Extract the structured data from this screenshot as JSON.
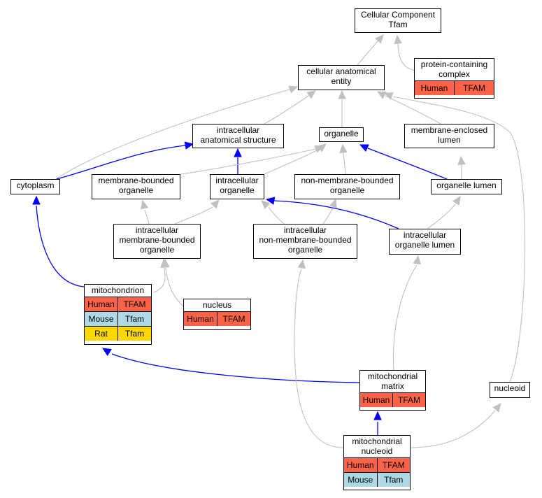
{
  "nodes": {
    "cellular_component_tfam": {
      "label": "Cellular Component\nTfam"
    },
    "cellular_anatomical_entity": {
      "label": "cellular anatomical\nentity"
    },
    "protein_containing_complex": {
      "label": "protein-containing\ncomplex",
      "orthologs": [
        [
          "Human",
          "TFAM"
        ]
      ]
    },
    "intracellular_anatomical_structure": {
      "label": "intracellular\nanatomical structure"
    },
    "organelle": {
      "label": "organelle"
    },
    "membrane_enclosed_lumen": {
      "label": "membrane-enclosed\nlumen"
    },
    "cytoplasm": {
      "label": "cytoplasm"
    },
    "membrane_bounded_organelle": {
      "label": "membrane-bounded\norganelle"
    },
    "intracellular_organelle": {
      "label": "intracellular\norganelle"
    },
    "non_membrane_bounded_organelle": {
      "label": "non-membrane-bounded\norganelle"
    },
    "organelle_lumen": {
      "label": "organelle lumen"
    },
    "intracellular_membrane_bounded_organelle": {
      "label": "intracellular\nmembrane-bounded\norganelle"
    },
    "intracellular_non_membrane_bounded_organelle": {
      "label": "intracellular\nnon-membrane-bounded\norganelle"
    },
    "intracellular_organelle_lumen": {
      "label": "intracellular\norganelle lumen"
    },
    "mitochondrion": {
      "label": "mitochondrion",
      "orthologs": [
        [
          "Human",
          "TFAM"
        ],
        [
          "Mouse",
          "Tfam"
        ],
        [
          "Rat",
          "Tfam"
        ]
      ]
    },
    "nucleus": {
      "label": "nucleus",
      "orthologs": [
        [
          "Human",
          "TFAM"
        ]
      ]
    },
    "mitochondrial_matrix": {
      "label": "mitochondrial\nmatrix",
      "orthologs": [
        [
          "Human",
          "TFAM"
        ]
      ]
    },
    "nucleoid": {
      "label": "nucleoid"
    },
    "mitochondrial_nucleoid": {
      "label": "mitochondrial\nnucleoid",
      "orthologs": [
        [
          "Human",
          "TFAM"
        ],
        [
          "Mouse",
          "Tfam"
        ]
      ]
    }
  },
  "species_colors": {
    "Human": "#ff6347",
    "Mouse": "#add8e6",
    "Rat": "#ffd700"
  },
  "edge_colors": {
    "is_a": "#c0c0c0",
    "part_of": "#0000ff"
  },
  "edges": [
    {
      "from": "cellular_anatomical_entity",
      "to": "cellular_component_tfam",
      "type": "is_a"
    },
    {
      "from": "protein_containing_complex",
      "to": "cellular_component_tfam",
      "type": "is_a"
    },
    {
      "from": "cytoplasm",
      "to": "cellular_anatomical_entity",
      "type": "is_a"
    },
    {
      "from": "intracellular_anatomical_structure",
      "to": "cellular_anatomical_entity",
      "type": "is_a"
    },
    {
      "from": "organelle",
      "to": "cellular_anatomical_entity",
      "type": "is_a"
    },
    {
      "from": "membrane_enclosed_lumen",
      "to": "cellular_anatomical_entity",
      "type": "is_a"
    },
    {
      "from": "nucleoid",
      "to": "cellular_anatomical_entity",
      "type": "is_a"
    },
    {
      "from": "cytoplasm",
      "to": "intracellular_anatomical_structure",
      "type": "part_of"
    },
    {
      "from": "intracellular_organelle",
      "to": "intracellular_anatomical_structure",
      "type": "part_of"
    },
    {
      "from": "membrane_bounded_organelle",
      "to": "organelle",
      "type": "is_a"
    },
    {
      "from": "intracellular_organelle",
      "to": "organelle",
      "type": "is_a"
    },
    {
      "from": "non_membrane_bounded_organelle",
      "to": "organelle",
      "type": "is_a"
    },
    {
      "from": "organelle_lumen",
      "to": "organelle",
      "type": "part_of"
    },
    {
      "from": "organelle_lumen",
      "to": "membrane_enclosed_lumen",
      "type": "is_a"
    },
    {
      "from": "intracellular_membrane_bounded_organelle",
      "to": "membrane_bounded_organelle",
      "type": "is_a"
    },
    {
      "from": "intracellular_membrane_bounded_organelle",
      "to": "intracellular_organelle",
      "type": "is_a"
    },
    {
      "from": "intracellular_non_membrane_bounded_organelle",
      "to": "intracellular_organelle",
      "type": "is_a"
    },
    {
      "from": "intracellular_non_membrane_bounded_organelle",
      "to": "non_membrane_bounded_organelle",
      "type": "is_a"
    },
    {
      "from": "intracellular_organelle_lumen",
      "to": "intracellular_organelle",
      "type": "part_of"
    },
    {
      "from": "intracellular_organelle_lumen",
      "to": "organelle_lumen",
      "type": "is_a"
    },
    {
      "from": "mitochondrion",
      "to": "cytoplasm",
      "type": "part_of"
    },
    {
      "from": "mitochondrion",
      "to": "intracellular_membrane_bounded_organelle",
      "type": "is_a"
    },
    {
      "from": "nucleus",
      "to": "intracellular_membrane_bounded_organelle",
      "type": "is_a"
    },
    {
      "from": "mitochondrial_matrix",
      "to": "mitochondrion",
      "type": "part_of"
    },
    {
      "from": "mitochondrial_matrix",
      "to": "intracellular_organelle_lumen",
      "type": "is_a"
    },
    {
      "from": "mitochondrial_nucleoid",
      "to": "mitochondrial_matrix",
      "type": "part_of"
    },
    {
      "from": "mitochondrial_nucleoid",
      "to": "intracellular_non_membrane_bounded_organelle",
      "type": "is_a"
    },
    {
      "from": "mitochondrial_nucleoid",
      "to": "nucleoid",
      "type": "is_a"
    }
  ]
}
